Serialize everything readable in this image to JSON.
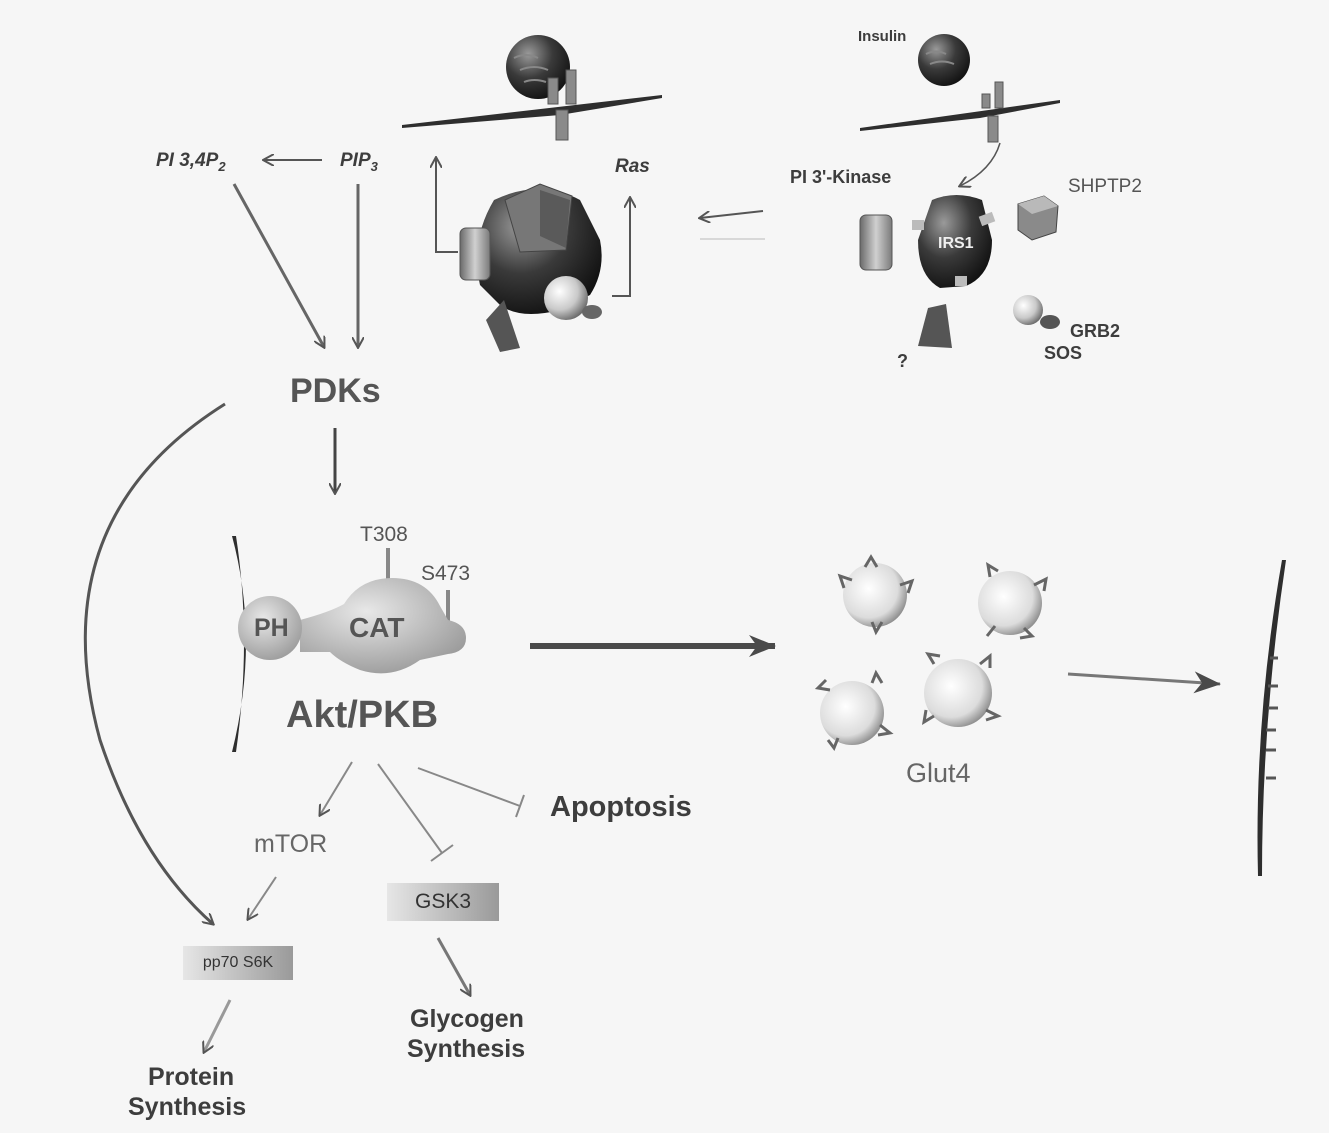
{
  "labels": {
    "insulin": "Insulin",
    "pi34p2_main": "PI 3,4P",
    "pi34p2_sub": "2",
    "pip3_main": "PIP",
    "pip3_sub": "3",
    "ras": "Ras",
    "pi3kinase": "PI 3'-Kinase",
    "shptp2": "SHPTP2",
    "irs1": "IRS1",
    "grb2": "GRB2",
    "sos": "SOS",
    "question": "?",
    "pdks": "PDKs",
    "t308": "T308",
    "s473": "S473",
    "ph": "PH",
    "cat": "CAT",
    "akt": "Akt/PKB",
    "glut4": "Glut4",
    "apoptosis": "Apoptosis",
    "mtor": "mTOR",
    "gsk3": "GSK3",
    "pp70": "pp70 S6K",
    "glycogen_1": "Glycogen",
    "glycogen_2": "Synthesis",
    "protein_1": "Protein",
    "protein_2": "Synthesis"
  },
  "colors": {
    "background": "#f6f6f6",
    "arrow": "#5e5e5e",
    "label": "#3d3d3d",
    "protein_dark": "#4a4a4a",
    "protein_light": "#d8d8d8",
    "membrane": "#2e2e2e"
  }
}
